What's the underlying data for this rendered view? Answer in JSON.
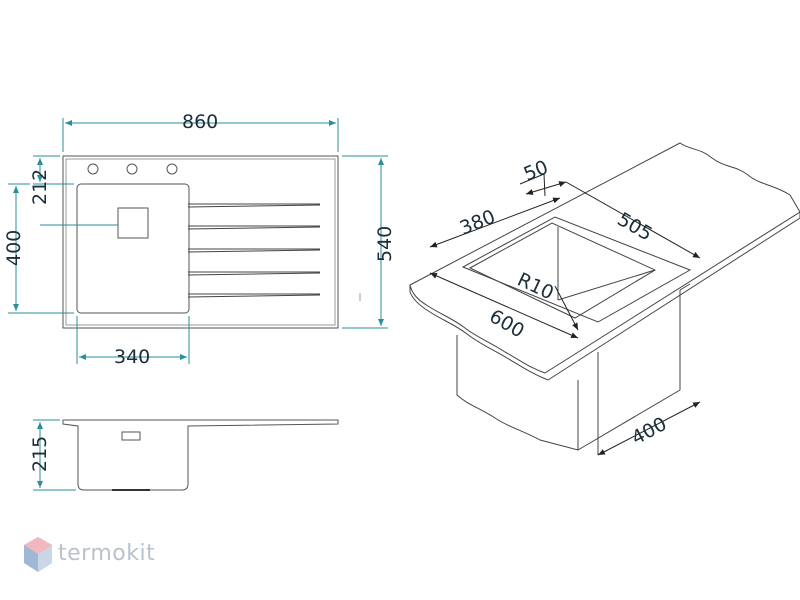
{
  "dimensions": {
    "top_width": "860",
    "top_depth": "540",
    "bowl_depth_from_back": "212",
    "bowl_length": "400",
    "bowl_width": "340",
    "side_depth": "215",
    "persp_50": "50",
    "persp_380": "380",
    "persp_505": "505",
    "persp_radius": "R10",
    "persp_600": "600",
    "persp_400": "400"
  },
  "brand": {
    "name": "termokit",
    "color": "#b8c2cc"
  },
  "colors": {
    "dimension_line": "#2a8f9a",
    "outline": "#5a5a5a",
    "text": "#1b2f3a"
  }
}
